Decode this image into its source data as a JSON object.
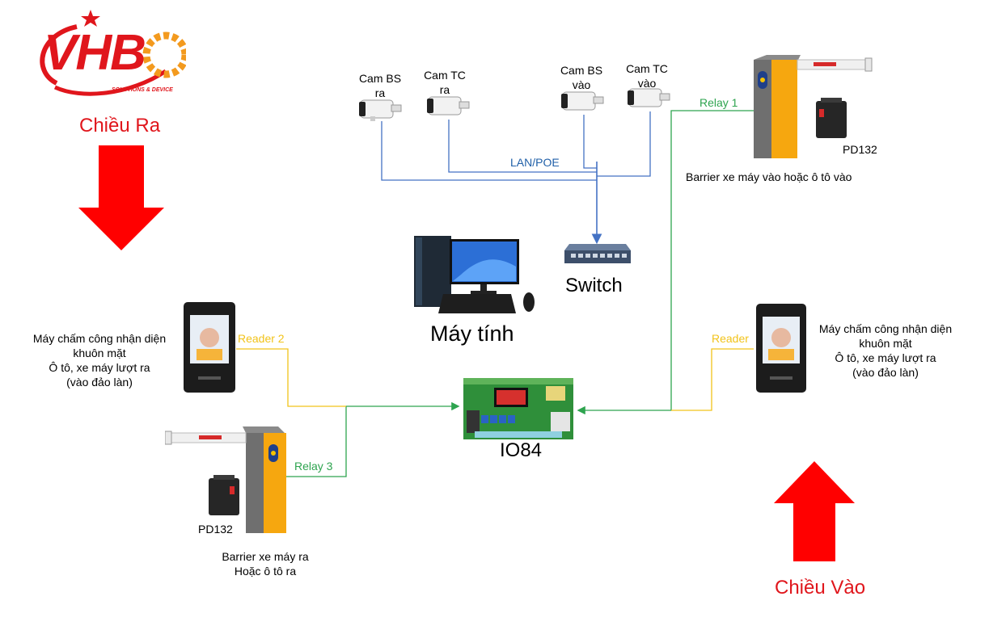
{
  "logo": {
    "letters": "VHB",
    "tagline": "SOLUTIONS & DEVICE"
  },
  "directions": {
    "out": "Chiều Ra",
    "in": "Chiều Vào"
  },
  "cameras": [
    {
      "line1": "Cam BS",
      "line2": "ra"
    },
    {
      "line1": "Cam TC",
      "line2": "ra"
    },
    {
      "line1": "Cam BS",
      "line2": "vào"
    },
    {
      "line1": "Cam TC",
      "line2": "vào"
    }
  ],
  "network": {
    "link_label": "LAN/POE",
    "switch_label": "Switch",
    "computer_label": "Máy tính"
  },
  "controller": {
    "label": "IO84"
  },
  "connections": {
    "relay1": "Relay 1",
    "relay3": "Relay 3",
    "reader2": "Reader 2",
    "reader": "Reader"
  },
  "barrier_in": {
    "caption": "Barrier xe máy vào hoặc ô tô vào",
    "sensor": "PD132"
  },
  "barrier_out": {
    "caption_line1": "Barrier xe máy ra",
    "caption_line2": "Hoặc ô tô ra",
    "sensor": "PD132"
  },
  "terminal_out": {
    "line1": "Máy chấm công nhận diện",
    "line2": "khuôn mặt",
    "line3": "Ô tô, xe máy lượt ra",
    "line4": "(vào đảo làn)"
  },
  "terminal_in": {
    "line1": "Máy chấm công nhận diện",
    "line2": "khuôn mặt",
    "line3": "Ô tô, xe máy lượt ra",
    "line4": "(vào đảo làn)"
  },
  "colors": {
    "brand_red": "#e0161c",
    "lan_blue": "#4472c4",
    "relay_green": "#2ea44f",
    "reader_yellow": "#f2c31a",
    "barrier_orange": "#f6a70f"
  },
  "icons": [
    "vhb-logo",
    "arrow-down-icon",
    "arrow-up-icon",
    "camera-icon",
    "switch-icon",
    "computer-icon",
    "io84-board-icon",
    "barrier-icon",
    "pd132-icon",
    "face-terminal-icon"
  ]
}
